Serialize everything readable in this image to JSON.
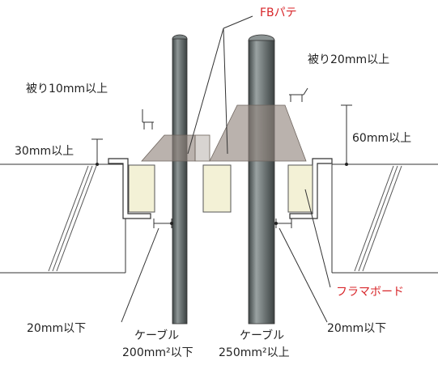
{
  "labels": {
    "fb_putty": "FBパテ",
    "cover_20": "被り20mm以上",
    "cover_10": "被り10mm以上",
    "height_60": "60mm以上",
    "height_30": "30mm以上",
    "gap_left": "20mm以下",
    "gap_right": "20mm以下",
    "flame_board": "フラマボード",
    "cable_small": "ケーブル",
    "cable_small_size": "200mm²以下",
    "cable_large": "ケーブル",
    "cable_large_size": "250mm²以上"
  },
  "colors": {
    "accent_red": "#d8262a",
    "putty": "#9a8f88",
    "board_fill": "#f3f1d6",
    "cable_dark": "#5e6666",
    "line": "#333333"
  }
}
